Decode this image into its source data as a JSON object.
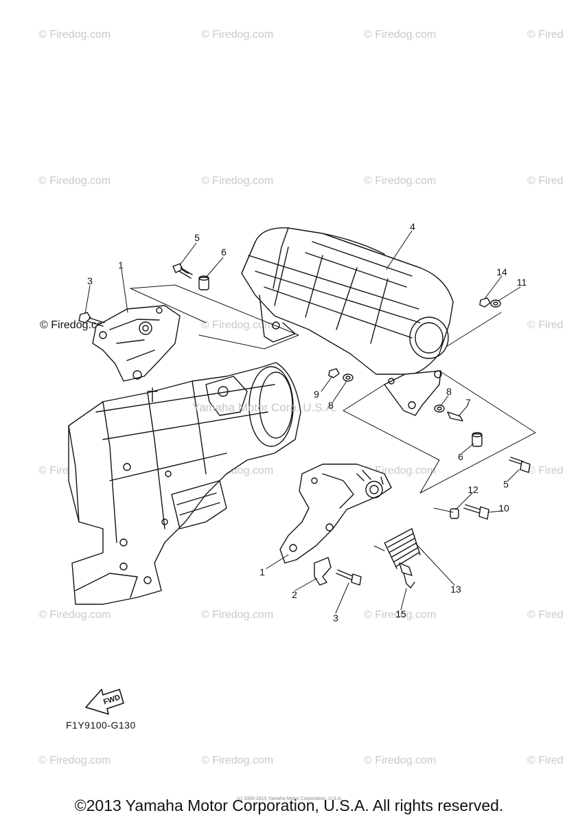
{
  "watermark_text": "© Firedog.com",
  "watermark_partial": "© Fired",
  "corp_watermark": "Yamaha Motor Corp. U.S.A.",
  "fwd_label": "FWD",
  "part_code": "F1Y9100-G130",
  "copyright": "©2013 Yamaha Motor Corporation, U.S.A. All rights reserved.",
  "tiny_note": "(c) 2005-2015 Yamaha Motor Corporation, U.S.A.",
  "callouts": {
    "c1a": "1",
    "c3a": "3",
    "c5a": "5",
    "c6a": "6",
    "c4": "4",
    "c14": "14",
    "c11": "11",
    "c9": "9",
    "c8a": "8",
    "c8b": "8",
    "c7": "7",
    "c6b": "6",
    "c5b": "5",
    "c12": "12",
    "c10": "10",
    "c1b": "1",
    "c2": "2",
    "c3b": "3",
    "c15": "15",
    "c13": "13"
  }
}
